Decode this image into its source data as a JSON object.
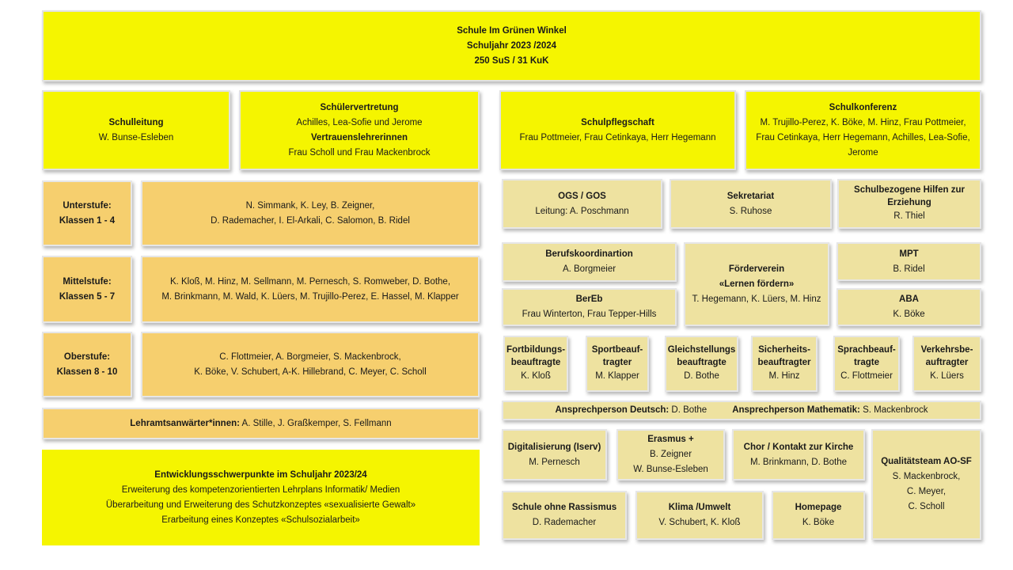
{
  "header": {
    "name": "Schule Im Grünen Winkel",
    "year": "Schuljahr 2023 /2024",
    "counts": "250 SuS / 31 KuK"
  },
  "leadership": {
    "title": "Schulleitung",
    "names": "W. Bunse-Esleben"
  },
  "student_council": {
    "title": "Schülervertretung",
    "names": "Achilles, Lea-Sofie und Jerome",
    "trust_title": "Vertrauenslehrerinnen",
    "trust_names": "Frau Scholl und Frau Mackenbrock"
  },
  "parents": {
    "title": "Schulpflegschaft",
    "names": "Frau Pottmeier, Frau Cetinkaya, Herr Hegemann"
  },
  "conference": {
    "title": "Schulkonferenz",
    "line1": "M. Trujillo-Perez, K. Böke, M. Hinz, Frau Pottmeier,",
    "line2": "Frau Cetinkaya, Herr Hegemann, Achilles, Lea-Sofie,",
    "line3": "Jerome"
  },
  "levels": [
    {
      "title1": "Unterstufe:",
      "title2": "Klassen 1 - 4",
      "line1": "N. Simmank, K. Ley, B. Zeigner,",
      "line2": "D. Rademacher, I. El-Arkali, C. Salomon, B. Ridel"
    },
    {
      "title1": "Mittelstufe:",
      "title2": "Klassen 5 - 7",
      "line1": "K. Kloß, M. Hinz, M. Sellmann, M. Pernesch, S. Romweber, D. Bothe,",
      "line2": "M. Brinkmann, M. Wald, K. Lüers, M. Trujillo-Perez, E. Hassel, M. Klapper"
    },
    {
      "title1": "Oberstufe:",
      "title2": "Klassen 8 - 10",
      "line1": "C. Flottmeier, A. Borgmeier, S. Mackenbrock,",
      "line2": "K. Böke, V. Schubert, A-K. Hillebrand, C. Meyer, C. Scholl"
    }
  ],
  "trainees": {
    "title": "Lehramtsanwärter*innen:",
    "names": " A. Stille, J. Graßkemper, S. Fellmann"
  },
  "development": {
    "title": "Entwicklungsschwerpunkte im Schuljahr 2023/24",
    "item1": "Erweiterung des kompetenzorientierten Lehrplans Informatik/ Medien",
    "item2": "Überarbeitung und Erweiterung des Schutzkonzeptes «sexualisierte Gewalt»",
    "item3": "Erarbeitung eines Konzeptes «Schulsozialarbeit»"
  },
  "ogs": {
    "title": "OGS / GOS",
    "names": "Leitung: A. Poschmann"
  },
  "secretariat": {
    "title": "Sekretariat",
    "names": "S. Ruhose"
  },
  "school_aid": {
    "title": "Schulbezogene Hilfen zur Erziehung",
    "names": "R. Thiel"
  },
  "career": {
    "title": "Berufskoordinartion",
    "names": "A. Borgmeier"
  },
  "bereb": {
    "title": "BerEb",
    "names": "Frau Winterton, Frau Tepper-Hills"
  },
  "support_assoc": {
    "title1": "Förderverein",
    "title2": "«Lernen fördern»",
    "names": "T. Hegemann, K. Lüers, M. Hinz"
  },
  "mpt": {
    "title": "MPT",
    "names": "B. Ridel"
  },
  "aba": {
    "title": "ABA",
    "names": "K. Böke"
  },
  "officers": [
    {
      "title1": "Fortbildungs-",
      "title2": "beauftragte",
      "names": "K. Kloß"
    },
    {
      "title1": "Sportbeauf-",
      "title2": "tragter",
      "names": "M. Klapper"
    },
    {
      "title1": "Gleichstellungs",
      "title2": "beauftragte",
      "names": "D. Bothe"
    },
    {
      "title1": "Sicherheits-",
      "title2": "beauftragter",
      "names": "M. Hinz"
    },
    {
      "title1": "Sprachbeauf-",
      "title2": "tragte",
      "names": "C. Flottmeier"
    },
    {
      "title1": "Verkehrsbe-",
      "title2": "auftragter",
      "names": "K. Lüers"
    }
  ],
  "contacts": {
    "german_label": "Ansprechperson Deutsch:",
    "german_name": " D. Bothe",
    "math_label": "Ansprechperson Mathematik:",
    "math_name": " S. Mackenbrock"
  },
  "digital": {
    "title": "Digitalisierung (Iserv)",
    "names": "M. Pernesch"
  },
  "erasmus": {
    "title": "Erasmus +",
    "line1": "B. Zeigner",
    "line2": "W. Bunse-Esleben"
  },
  "choir": {
    "title": "Chor / Kontakt zur Kirche",
    "names": "M. Brinkmann, D. Bothe"
  },
  "quality": {
    "title": "Qualitätsteam AO-SF",
    "line1": "S. Mackenbrock,",
    "line2": "C. Meyer,",
    "line3": "C. Scholl"
  },
  "no_racism": {
    "title": "Schule ohne Rassismus",
    "names": "D. Rademacher"
  },
  "climate": {
    "title": "Klima /Umwelt",
    "names": "V. Schubert, K. Kloß"
  },
  "homepage": {
    "title": "Homepage",
    "names": "K. Böke"
  }
}
